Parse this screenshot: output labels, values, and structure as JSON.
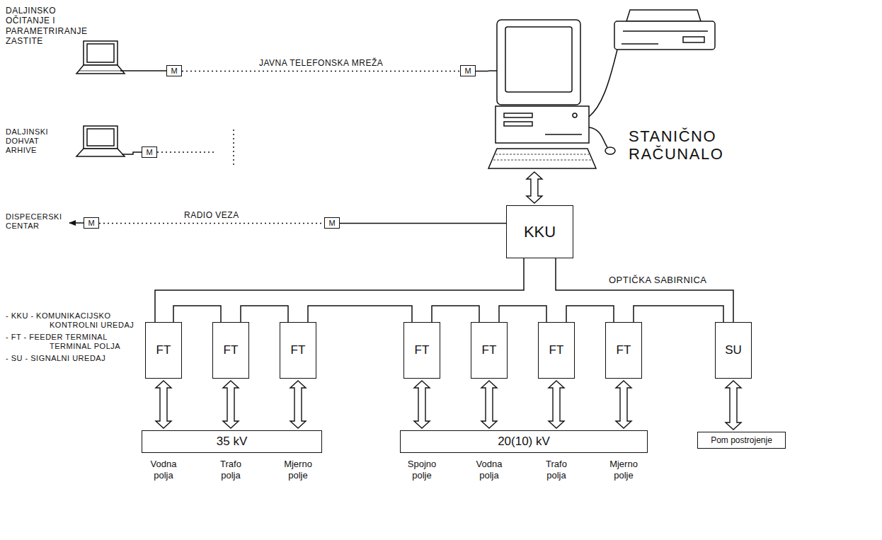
{
  "diagram": {
    "nodes": [
      {
        "text": [
          "M"
        ]
      },
      {
        "text": [
          "M"
        ]
      },
      {
        "text": [
          "STANIČNO RAČUNALO"
        ]
      },
      {
        "text": [
          "M"
        ]
      },
      {
        "text": [
          "M"
        ]
      },
      {
        "text": [
          "M"
        ]
      },
      {
        "text": [
          "KKU"
        ]
      },
      {
        "text": [
          "FT"
        ]
      },
      {
        "text": [
          "FT"
        ]
      },
      {
        "text": [
          "FT"
        ]
      },
      {
        "text": [
          "FT"
        ]
      },
      {
        "text": [
          "FT"
        ]
      },
      {
        "text": [
          "FT"
        ]
      },
      {
        "text": [
          "FT"
        ]
      },
      {
        "text": [
          "SU"
        ]
      },
      {
        "text": [
          "35 kV"
        ]
      },
      {
        "text": [
          "20(10) kV"
        ]
      },
      {
        "text": [
          "Pom postrojenje"
        ]
      }
    ],
    "edges": [
      {
        "from": 0,
        "to": 1,
        "arrow": "none",
        "label": "JAVNA TELEFONSKA MREŽA"
      },
      {
        "from": 1,
        "to": 2,
        "arrow": "none"
      },
      {
        "from": 2,
        "to": 6,
        "arrow": "both"
      },
      {
        "from": 4,
        "to": 5,
        "arrow": "none",
        "label": "RADIO VEZA"
      },
      {
        "from": 5,
        "to": 6,
        "arrow": "none"
      },
      {
        "from": 6,
        "to": 7,
        "arrow": "none"
      },
      {
        "from": 7,
        "to": 8,
        "arrow": "none"
      },
      {
        "from": 8,
        "to": 9,
        "arrow": "none"
      },
      {
        "from": 9,
        "to": 10,
        "arrow": "none"
      },
      {
        "from": 10,
        "to": 11,
        "arrow": "none"
      },
      {
        "from": 11,
        "to": 12,
        "arrow": "none"
      },
      {
        "from": 12,
        "to": 13,
        "arrow": "none"
      },
      {
        "from": 13,
        "to": 14,
        "arrow": "none"
      },
      {
        "from": 6,
        "to": 14,
        "arrow": "none"
      },
      {
        "from": 7,
        "to": 15,
        "arrow": "both"
      },
      {
        "from": 8,
        "to": 15,
        "arrow": "both"
      },
      {
        "from": 9,
        "to": 15,
        "arrow": "both"
      },
      {
        "from": 10,
        "to": 16,
        "arrow": "both"
      },
      {
        "from": 11,
        "to": 16,
        "arrow": "both"
      },
      {
        "from": 12,
        "to": 16,
        "arrow": "both"
      },
      {
        "from": 13,
        "to": 16,
        "arrow": "both"
      },
      {
        "from": 14,
        "to": 17,
        "arrow": "both"
      }
    ],
    "labels": [
      "DALJINSKO OČITANJE I PARAMETRIRANJE ZASTITE",
      "DALJINSKI DOHVAT ARHIVE",
      "DISPECERSKI CENTAR",
      "OPTIČKA SABIRNICA",
      "- KKU - KOMUNIKACIJSKO KONTROLNI UREDAJ",
      "- FT - FEEDER TERMINAL TERMINAL POLJA",
      "- SU - SIGNALNI UREDAJ",
      "Vodna polja",
      "Trafo polja",
      "Mjerno polje",
      "Spojno polje",
      "Vodna polja",
      "Trafo polja",
      "Mjerno polje"
    ]
  }
}
